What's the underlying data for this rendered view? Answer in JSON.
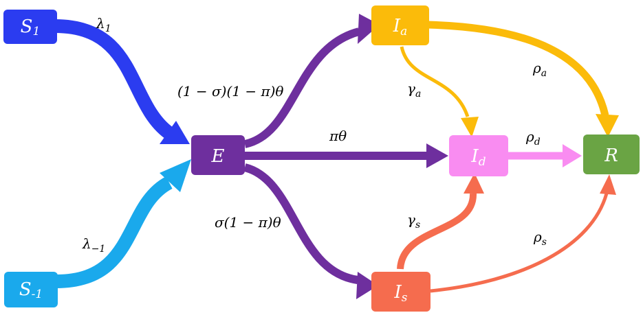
{
  "colors": {
    "s1": "#2b3cf0",
    "s_1": "#1aa9ec",
    "e": "#6e2f9e",
    "ia": "#fbbb0a",
    "is": "#f56c4e",
    "id": "#f98cf1",
    "r": "#6aa444",
    "background": "#ffffff"
  },
  "nodes": {
    "s1": {
      "main": "S",
      "sub": "1"
    },
    "s_1": {
      "main": "S",
      "sub": "-1"
    },
    "e": {
      "main": "E"
    },
    "ia": {
      "main": "I",
      "sub": "a"
    },
    "is": {
      "main": "I",
      "sub": "s"
    },
    "id": {
      "main": "I",
      "sub": "d"
    },
    "r": {
      "main": "R"
    }
  },
  "edges": {
    "lambda1": {
      "main": "λ",
      "sub": "1"
    },
    "lambda_1": {
      "main": "λ",
      "sub": "−1"
    },
    "e_to_ia": "(1 − σ)(1 − π)θ",
    "e_to_id": "πθ",
    "e_to_is": "σ(1 − π)θ",
    "gamma_a": {
      "main": "γ",
      "sub": "a"
    },
    "gamma_s": {
      "main": "γ",
      "sub": "s"
    },
    "rho_a": {
      "main": "ρ",
      "sub": "a"
    },
    "rho_d": {
      "main": "ρ",
      "sub": "d"
    },
    "rho_s": {
      "main": "ρ",
      "sub": "s"
    }
  }
}
